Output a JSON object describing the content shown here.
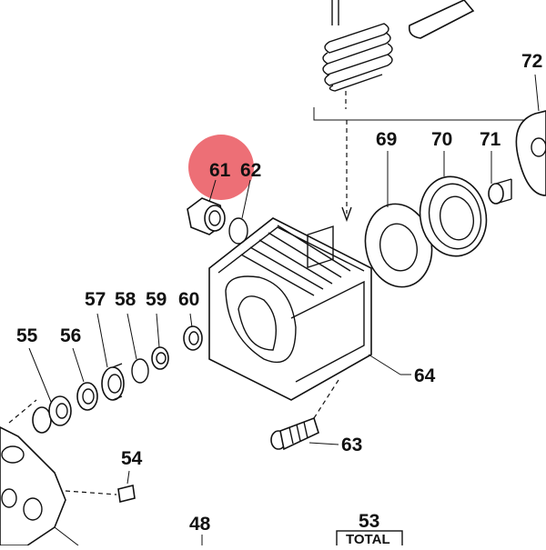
{
  "highlight_color": "#e8474f",
  "callouts": [
    {
      "id": "55",
      "text": "55"
    },
    {
      "id": "56",
      "text": "56"
    },
    {
      "id": "57",
      "text": "57"
    },
    {
      "id": "58",
      "text": "58"
    },
    {
      "id": "59",
      "text": "59"
    },
    {
      "id": "60",
      "text": "60"
    },
    {
      "id": "61",
      "text": "61"
    },
    {
      "id": "62",
      "text": "62"
    },
    {
      "id": "63",
      "text": "63"
    },
    {
      "id": "64",
      "text": "64"
    },
    {
      "id": "69",
      "text": "69"
    },
    {
      "id": "70",
      "text": "70"
    },
    {
      "id": "71",
      "text": "71"
    },
    {
      "id": "72",
      "text": "72"
    },
    {
      "id": "54",
      "text": "54"
    },
    {
      "id": "48",
      "text": "48"
    },
    {
      "id": "53",
      "text": "53"
    }
  ],
  "total_label": "TOTAL",
  "selected_part": "61"
}
